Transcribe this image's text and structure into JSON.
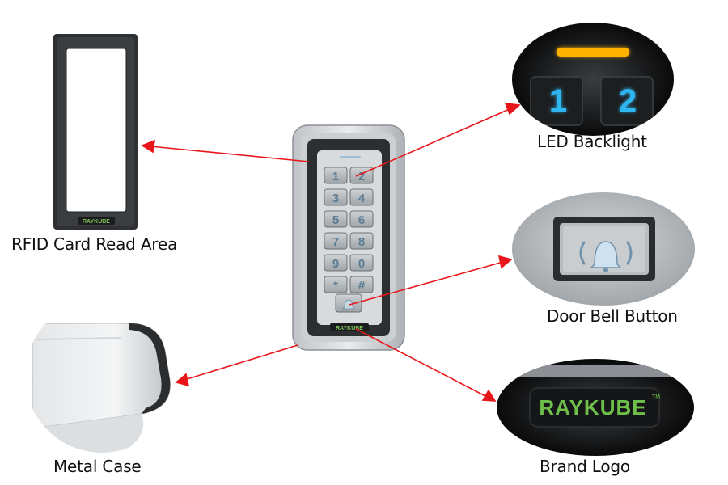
{
  "callouts": {
    "rfid": "RFID Card Read Area",
    "led": "LED Backlight",
    "bell": "Door Bell Button",
    "case": "Metal Case",
    "logo": "Brand Logo"
  },
  "brand": "RAYKUBE",
  "trademark": "TM",
  "keypad": {
    "keys": [
      "1",
      "2",
      "3",
      "4",
      "5",
      "6",
      "7",
      "8",
      "9",
      "0",
      "*",
      "#"
    ]
  },
  "led_keys": [
    "1",
    "2"
  ],
  "colors": {
    "arrow": "#e8161a",
    "led_blue": "#2fb6f0",
    "led_orange": "#ffb300",
    "logo_green": "#6fc04a"
  },
  "icons": {
    "bell": "bell-icon"
  }
}
